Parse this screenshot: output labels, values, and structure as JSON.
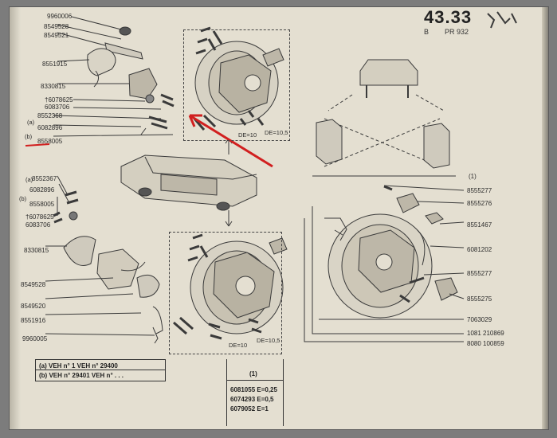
{
  "header": {
    "page_number": "43.33",
    "sub_code": "B",
    "ref_code": "PR 932"
  },
  "labels_top_left": [
    {
      "text": "9960006"
    },
    {
      "text": "8549528"
    },
    {
      "text": "8549521"
    },
    {
      "text": "8551915"
    },
    {
      "text": "8330815"
    },
    {
      "text": "†6078625"
    },
    {
      "text": "6083706"
    },
    {
      "text": "8552368"
    },
    {
      "text": "6082896"
    },
    {
      "text": "8558005"
    }
  ],
  "brackets_top": {
    "a": "(a)",
    "b": "(b)"
  },
  "labels_bottom_left": [
    {
      "text": "8552367"
    },
    {
      "text": "6082896"
    },
    {
      "text": "8558005"
    },
    {
      "text": "†6078625"
    },
    {
      "text": "6083706"
    },
    {
      "text": "8330815"
    },
    {
      "text": "8549528"
    },
    {
      "text": "8549520"
    },
    {
      "text": "8551916"
    },
    {
      "text": "9960005"
    }
  ],
  "brackets_bottom": {
    "a": "(a)",
    "b": "(b)"
  },
  "labels_right": [
    {
      "text": "(1)"
    },
    {
      "text": "8555277"
    },
    {
      "text": "8555276"
    },
    {
      "text": "8551467"
    },
    {
      "text": "6081202"
    },
    {
      "text": "8555277"
    },
    {
      "text": "8555275"
    },
    {
      "text": "7063029"
    },
    {
      "text": "1081 210869"
    },
    {
      "text": "8080 100859"
    }
  ],
  "shim_labels": {
    "top_de10": "DE=10",
    "top_de105": "DE=10,5",
    "bottom_de10": "DE=10",
    "bottom_de105": "DE=10,5"
  },
  "veh_table": {
    "row_a": "(a) VEH n°      1  VEH n° 29400",
    "row_b": "(b) VEH n° 29401  VEH n° . . ."
  },
  "qty_table": {
    "header": "(1)",
    "rows": [
      "6081055 E=0,25",
      "6074293 E=0,5",
      "6079052 E=1"
    ]
  },
  "colors": {
    "paper": "#e4dfd1",
    "ink": "#2b2b2b",
    "marker_red": "#d11f1f"
  }
}
